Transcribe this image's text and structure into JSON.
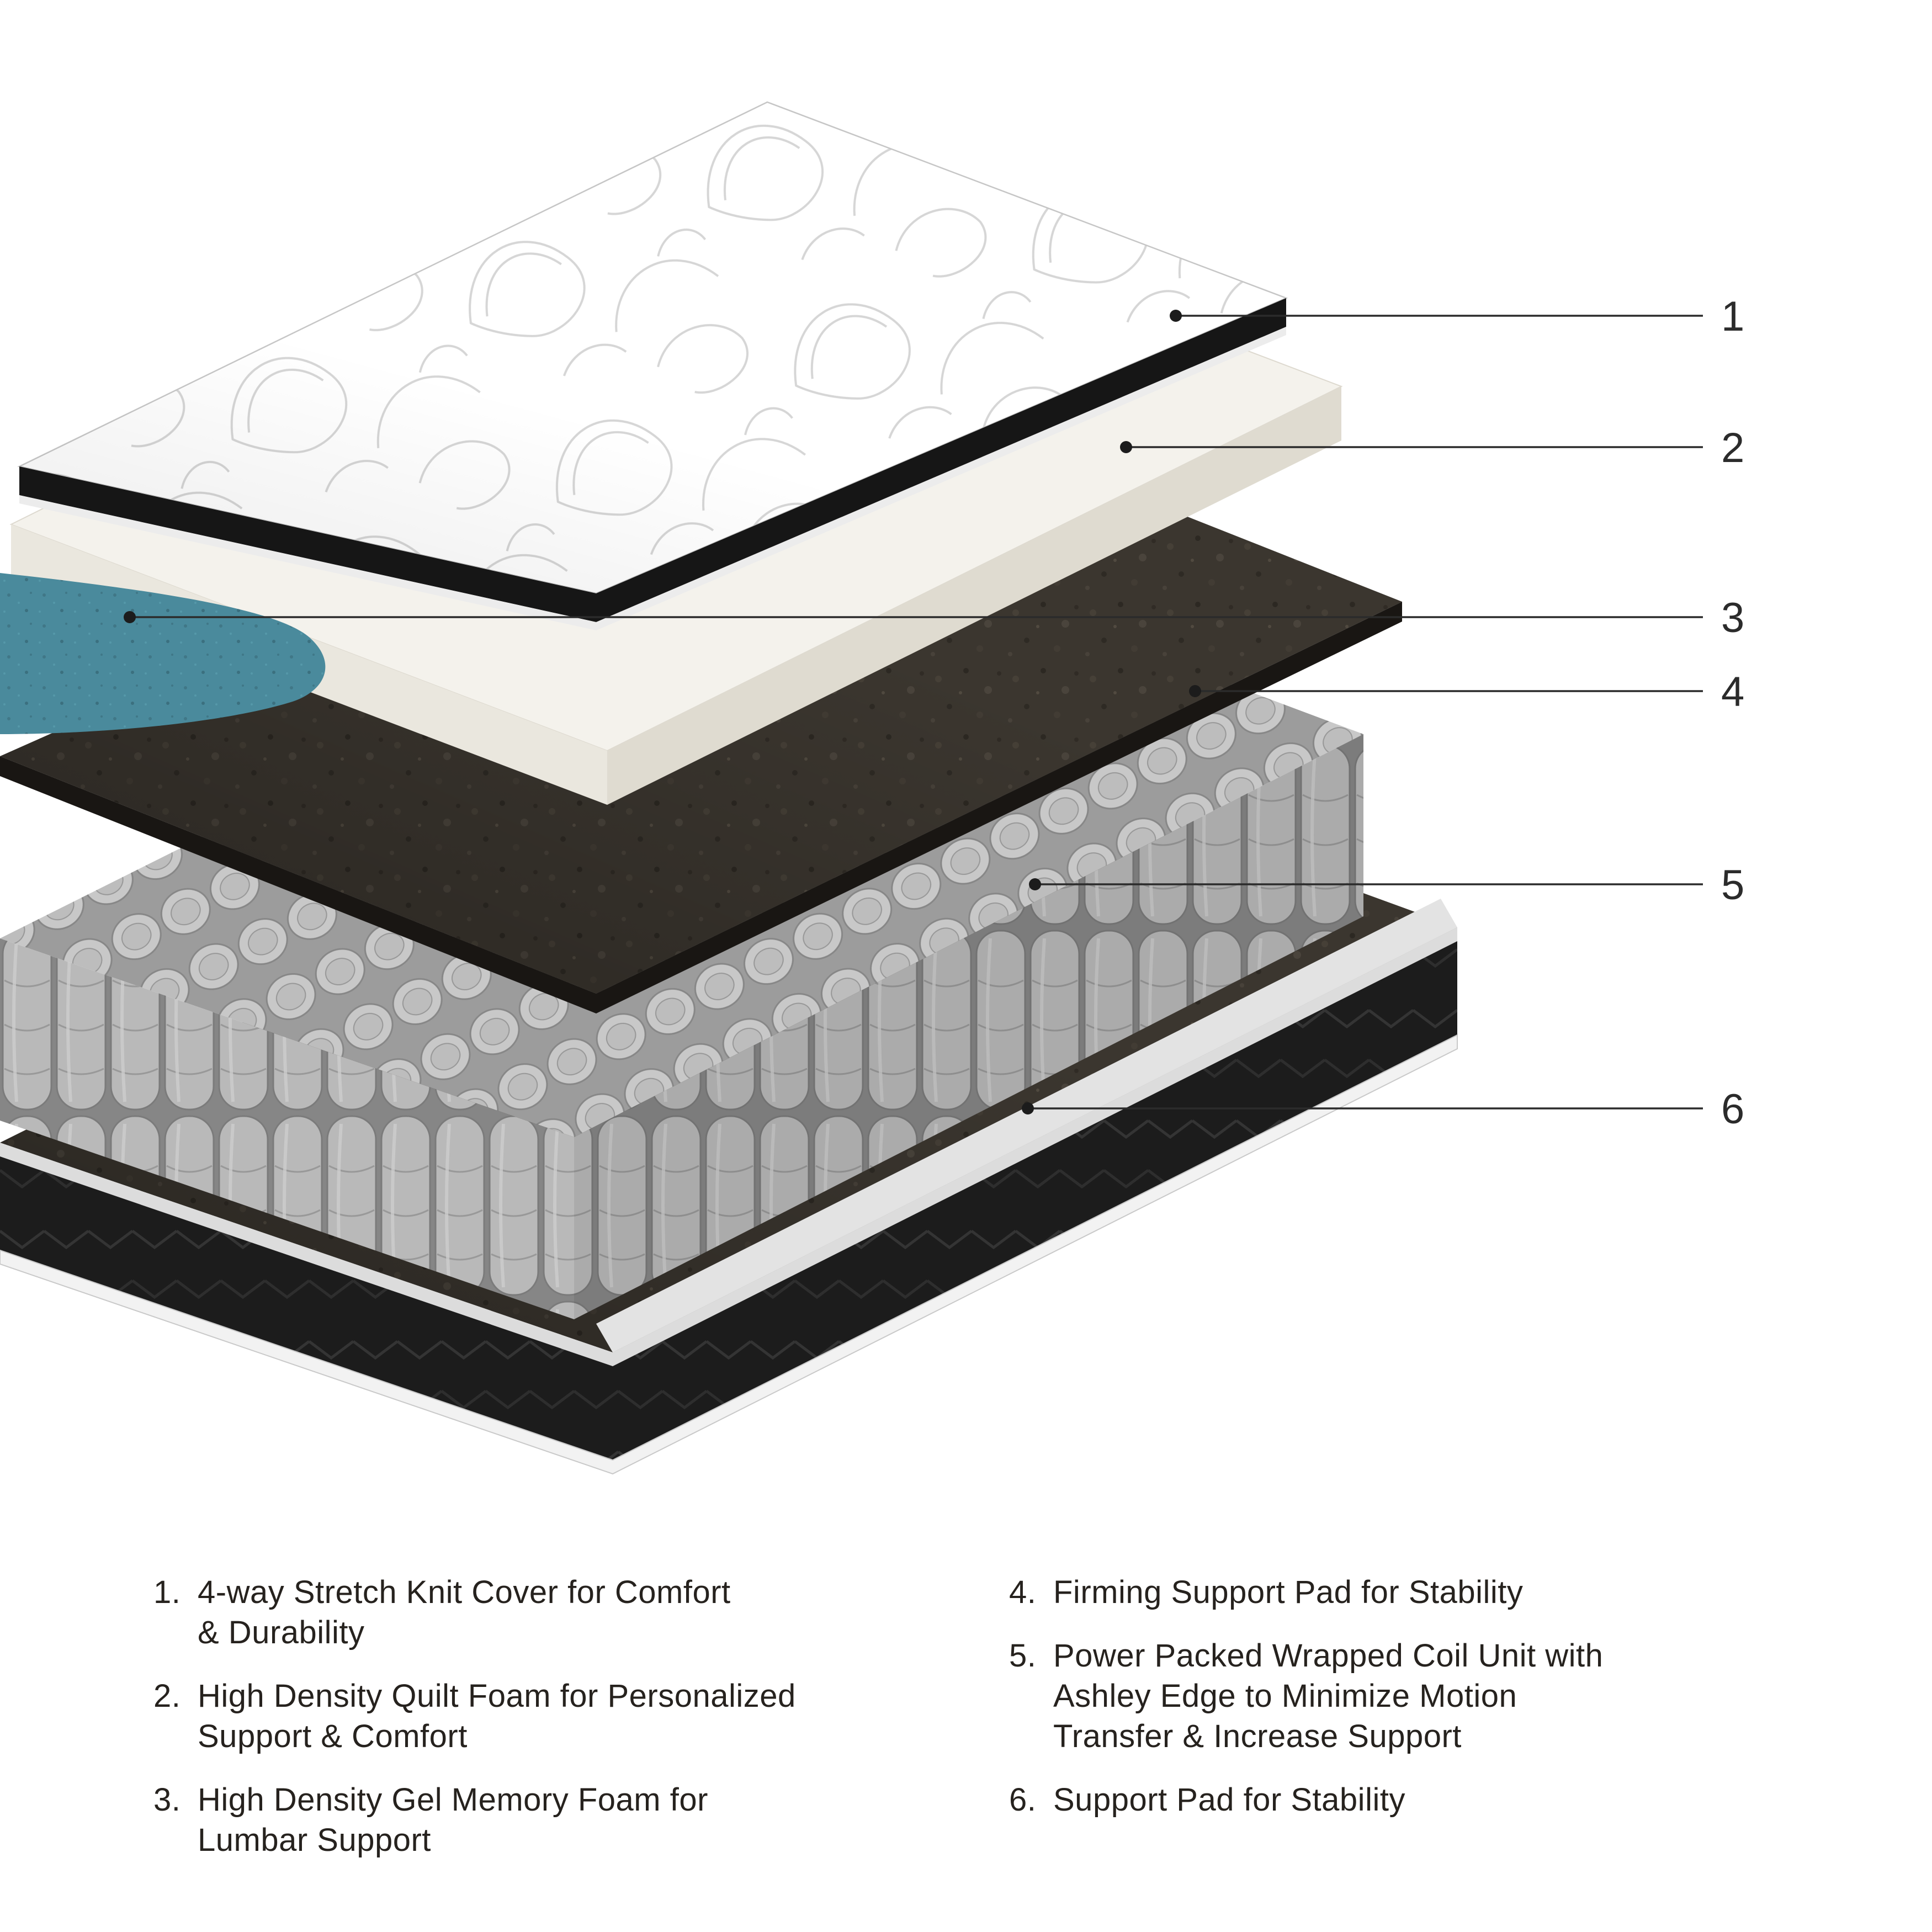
{
  "diagram": {
    "title_hidden": "",
    "callouts": [
      {
        "label": "1",
        "target": "stretch-knit-cover"
      },
      {
        "label": "2",
        "target": "quilt-foam"
      },
      {
        "label": "3",
        "target": "gel-memory-foam"
      },
      {
        "label": "4",
        "target": "firming-support-pad"
      },
      {
        "label": "5",
        "target": "wrapped-coil-unit"
      },
      {
        "label": "6",
        "target": "support-pad"
      }
    ]
  },
  "legend": {
    "items": [
      {
        "num": "1.",
        "text": "4-way Stretch Knit Cover for Comfort\n& Durability"
      },
      {
        "num": "2.",
        "text": "High Density Quilt Foam for Personalized\nSupport & Comfort"
      },
      {
        "num": "3.",
        "text": "High Density Gel Memory Foam for\nLumbar Support"
      },
      {
        "num": "4.",
        "text": "Firming Support Pad for Stability"
      },
      {
        "num": "5.",
        "text": "Power Packed Wrapped Coil Unit with\nAshley Edge to Minimize Motion\nTransfer & Increase Support"
      },
      {
        "num": "6.",
        "text": "Support Pad for Stability"
      }
    ]
  },
  "colors": {
    "background": "#ffffff",
    "text": "#26221e",
    "callout_line": "#2b2b2b",
    "knit_cover": "#ffffff",
    "binding_edge": "#161616",
    "quilt_foam": "#f4f2ec",
    "gel_memory_foam": "#4f93a6",
    "firming_pad": "#3b362f",
    "coil_gray": "#c3c3c3",
    "base_band": "#1c1c1c"
  }
}
